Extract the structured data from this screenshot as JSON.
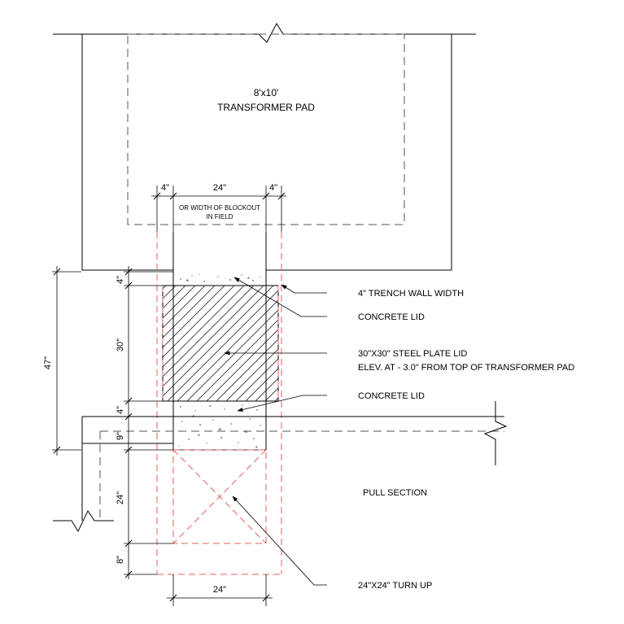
{
  "pad": {
    "size": "8'x10'",
    "name": "TRANSFORMER PAD"
  },
  "blockout_dims": {
    "left": "4\"",
    "center": "24\"",
    "right": "4\"",
    "note_line1": "OR WIDTH OF BLOCKOUT",
    "note_line2": "IN FIELD"
  },
  "vertical_dims": {
    "total": "47\"",
    "wall_top": "4\"",
    "steel_lid": "30\"",
    "wall_mid": "4\"",
    "nine": "9\"",
    "turnup": "24\"",
    "bottom": "8\""
  },
  "bottom_dim": "24\"",
  "callouts": {
    "trench_wall": "4\" TRENCH WALL WIDTH",
    "concrete_lid_top": "CONCRETE LID",
    "steel_lid_line1": "30\"X30\" STEEL PLATE LID",
    "steel_lid_line2": "ELEV. AT - 3.0\" FROM TOP OF TRANSFORMER PAD",
    "concrete_lid_bottom": "CONCRETE LID",
    "pull_section": "PULL SECTION",
    "turn_up": "24\"X24\" TURN UP"
  }
}
